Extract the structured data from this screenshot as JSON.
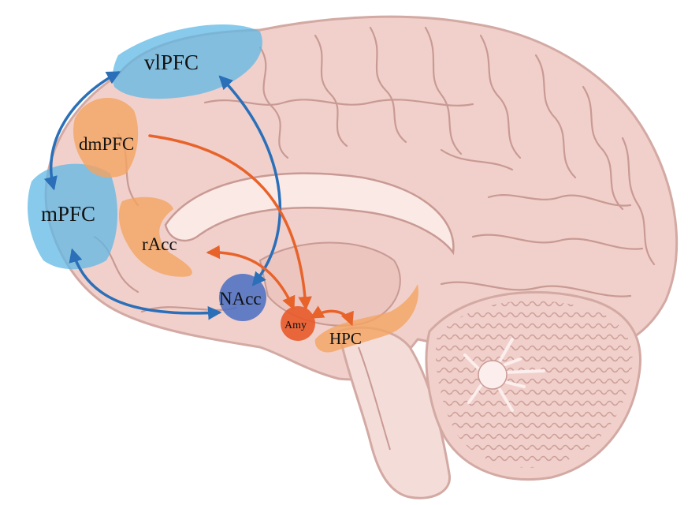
{
  "colors": {
    "brain_fill": "#f1d0cb",
    "brain_stroke": "#d3a9a3",
    "gyri_line": "#c99a94",
    "blue_region": "#5fb8e6",
    "orange_region": "#f4a461",
    "nacc_fill": "#4a6fc4",
    "amy_fill": "#e85a2a",
    "blue_arrow": "#2a6fb8",
    "orange_arrow": "#e8632a",
    "text": "#111111"
  },
  "regions": {
    "vlpfc": "vlPFC",
    "dmpfc": "dmPFC",
    "mpfc": "mPFC",
    "racc": "rAcc",
    "nacc": "NAcc",
    "amy": "Amy",
    "hpc": "HPC"
  },
  "connections": [
    {
      "from": "vlPFC",
      "to": "mPFC",
      "color": "blue",
      "bidirectional": true
    },
    {
      "from": "vlPFC",
      "to": "NAcc",
      "color": "blue",
      "bidirectional": true
    },
    {
      "from": "mPFC",
      "to": "NAcc",
      "color": "blue",
      "bidirectional": true
    },
    {
      "from": "dmPFC",
      "to": "Amy",
      "color": "orange",
      "bidirectional": false
    },
    {
      "from": "rAcc",
      "to": "Amy",
      "color": "orange",
      "bidirectional": true
    },
    {
      "from": "Amy",
      "to": "HPC",
      "color": "orange",
      "bidirectional": true
    }
  ]
}
